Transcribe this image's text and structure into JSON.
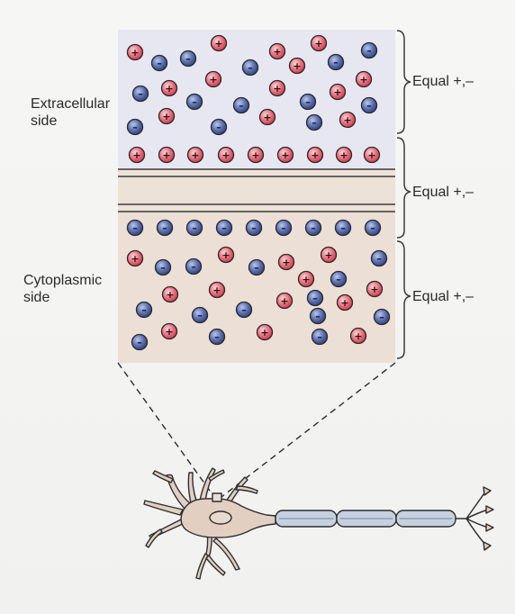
{
  "labels": {
    "extracellular": "Extracellular\nside",
    "cytoplasmic": "Cytoplasmic\nside",
    "equal_top": "Equal +,–",
    "equal_middle": "Equal +,–",
    "equal_bottom": "Equal +,–"
  },
  "ion_symbols": {
    "cation": "+",
    "anion": "–"
  },
  "colors": {
    "cation": "#e8606e",
    "anion": "#4a5c9c",
    "extracellular_bg": "#e6e7f1",
    "membrane_bg": "#ece2d7",
    "cytoplasmic_bg": "#ecdfd5",
    "neuron_body": "#e2cfc2",
    "myelin": "#c5d0e0"
  },
  "icons": [
    "cation-ion-icon",
    "anion-ion-icon",
    "neuron-icon",
    "brace-icon"
  ]
}
